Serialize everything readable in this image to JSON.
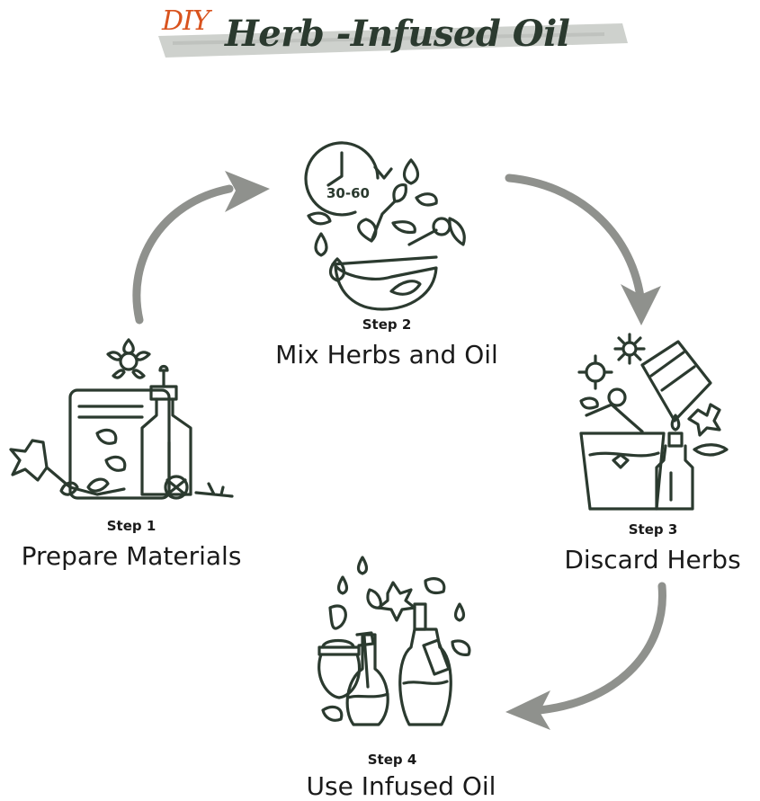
{
  "title": {
    "prefix": "DIY",
    "main": "Herb -Infused Oil"
  },
  "colors": {
    "ink": "#2b3a2f",
    "accent": "#d9531e",
    "arrow": "#8f918d",
    "brush": "#c9ccc8"
  },
  "steps": [
    {
      "number": "Step 1",
      "name": "Prepare Materials",
      "icon": "herb-jar-dropper-icon"
    },
    {
      "number": "Step 2",
      "name": "Mix Herbs and Oil",
      "icon": "timer-mortar-herbs-icon",
      "timer_text": "30-60"
    },
    {
      "number": "Step 3",
      "name": "Discard Herbs",
      "icon": "strain-glass-dropper-icon"
    },
    {
      "number": "Step 4",
      "name": "Use Infused Oil",
      "icon": "bottles-herb-bundle-icon"
    }
  ]
}
